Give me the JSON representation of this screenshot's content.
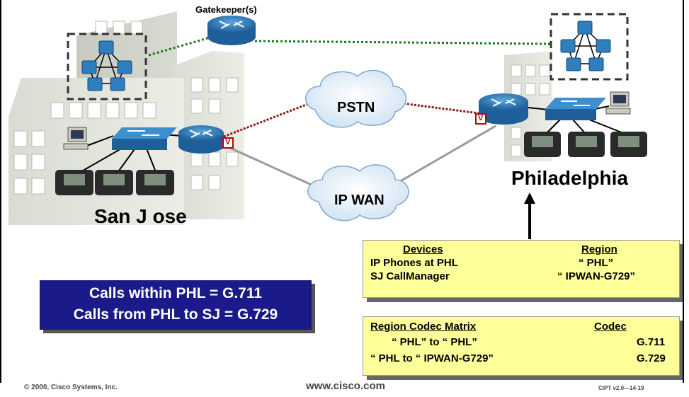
{
  "diagram": {
    "gatekeeper_label": "Gatekeeper(s)",
    "clouds": {
      "pstn": "PSTN",
      "ipwan": "IP WAN"
    },
    "cities": {
      "left": "San J ose",
      "right": "Philadelphia"
    },
    "voice_marker": "V"
  },
  "summary": {
    "line1": "Calls within PHL = G.711",
    "line2": "Calls from PHL to SJ = G.729"
  },
  "devices_table": {
    "header_left": "Devices",
    "header_right": "Region",
    "rows": [
      {
        "device": "IP Phones at PHL",
        "region": "“ PHL”"
      },
      {
        "device": "SJ CallManager",
        "region": "“ IPWAN-G729”"
      }
    ]
  },
  "codec_table": {
    "header_left": "Region Codec Matrix",
    "header_right": "Codec",
    "rows": [
      {
        "pair": "“ PHL”  to “ PHL”",
        "codec": "G.711"
      },
      {
        "pair": "“ PHL to “ IPWAN-G729”",
        "codec": "G.729"
      }
    ]
  },
  "footer": {
    "copyright": "© 2000, Cisco Systems, Inc.",
    "url": "www.cisco.com",
    "course": "CIPT v2.0—14-19"
  },
  "colors": {
    "router_blue": "#2f7fbf",
    "summary_bg": "#1a1a8a",
    "box_bg": "#ffff99",
    "pstn_link": "#8b1a1a",
    "gatekeeper_link": "#1a7a1a"
  }
}
